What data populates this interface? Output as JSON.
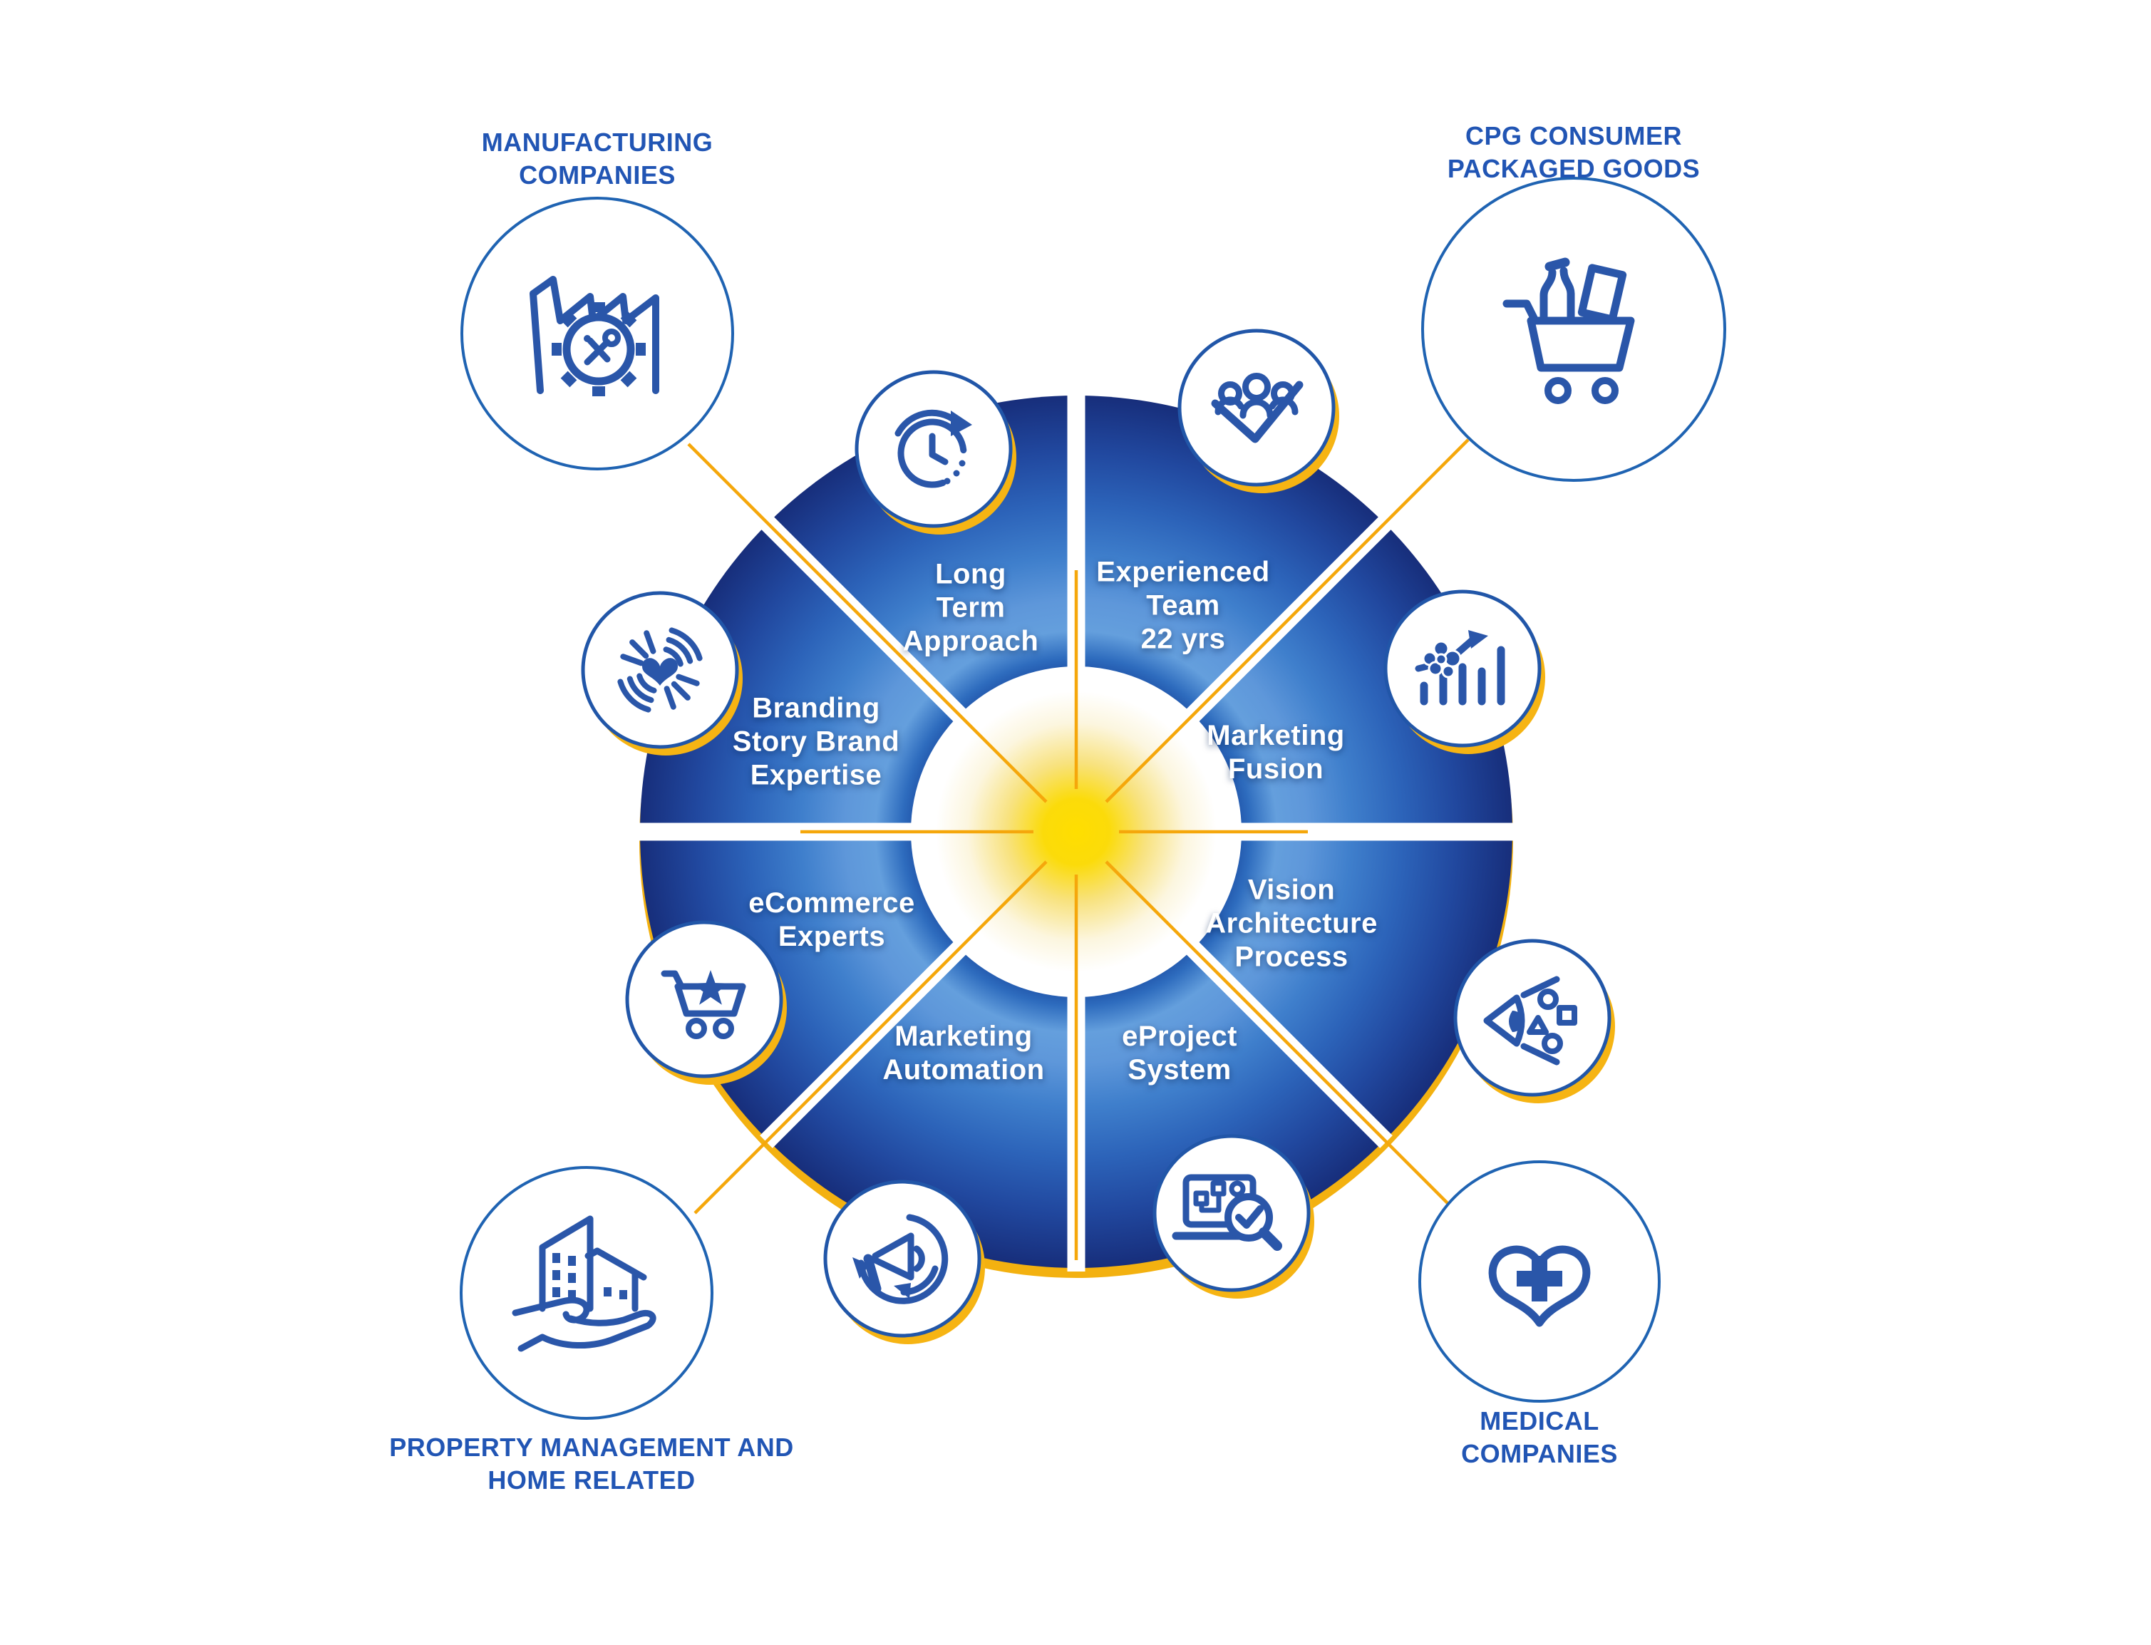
{
  "palette": {
    "icon_blue": "#2A56A9",
    "circle_outline_blue": "#1F63B2",
    "label_blue": "#2155B4",
    "segment_text": "#ffffff",
    "connector_yellow": "#F5A70B",
    "badge_shadow_yellow": "#F6B413",
    "starburst_core": "#FFDE00",
    "wedge_dark_navy": "#172E7B",
    "wedge_mid_blue": "#3F7FCC",
    "wedge_light_blue": "#649FDD"
  },
  "wheel": {
    "segments": [
      {
        "id": "long-term",
        "label": "Long\nTerm\nApproach",
        "icon": "clock-history-icon"
      },
      {
        "id": "experienced-team",
        "label": "Experienced\nTeam\n22 yrs",
        "icon": "team-check-icon"
      },
      {
        "id": "marketing-fusion",
        "label": "Marketing\nFusion",
        "icon": "growth-chart-icon"
      },
      {
        "id": "vision",
        "label": "Vision\nArchitecture\nProcess",
        "icon": "vision-eye-icon"
      },
      {
        "id": "eproject",
        "label": "eProject\nSystem",
        "icon": "laptop-check-icon"
      },
      {
        "id": "marketing-automation",
        "label": "Marketing\nAutomation",
        "icon": "megaphone-loop-icon"
      },
      {
        "id": "ecommerce",
        "label": "eCommerce\nExperts",
        "icon": "cart-star-icon"
      },
      {
        "id": "branding",
        "label": "Branding\nStory Brand\nExpertise",
        "icon": "heart-waves-icon"
      }
    ]
  },
  "corners": [
    {
      "id": "manufacturing",
      "label": "MANUFACTURING\nCOMPANIES",
      "icon": "factory-gear-icon"
    },
    {
      "id": "cpg",
      "label": "CPG CONSUMER\nPACKAGED GOODS",
      "icon": "cart-goods-icon"
    },
    {
      "id": "property",
      "label": "PROPERTY MANAGEMENT AND\nHOME RELATED",
      "icon": "hand-building-icon"
    },
    {
      "id": "medical",
      "label": "MEDICAL\nCOMPANIES",
      "icon": "heart-cross-icon"
    }
  ]
}
